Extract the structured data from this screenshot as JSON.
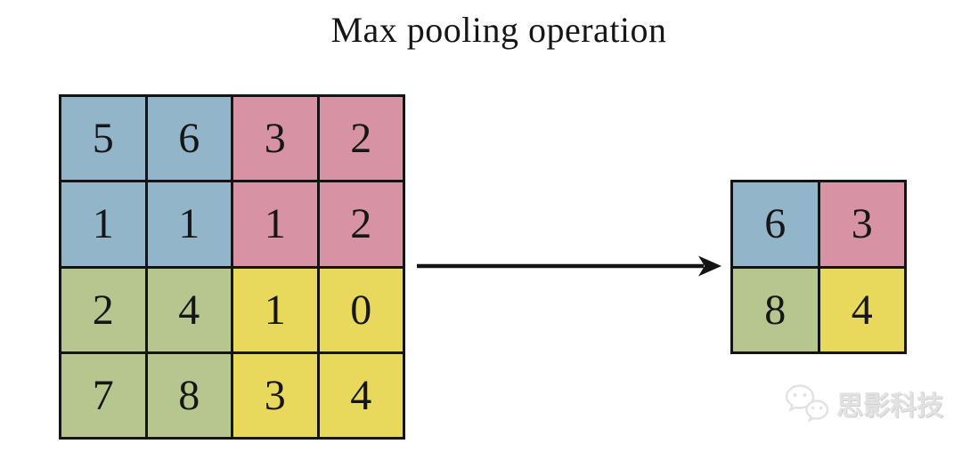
{
  "title": "Max pooling operation",
  "colors": {
    "background": "#ffffff",
    "text": "#161616",
    "border": "#141414",
    "arrow": "#141414",
    "watermark": "#e2e2e2",
    "blue": "#93b5c9",
    "pink": "#d792a4",
    "green": "#b6c68e",
    "yellow": "#e8d85c"
  },
  "input_grid": {
    "rows": 4,
    "cols": 4,
    "cells": [
      {
        "value": "5",
        "color": "blue"
      },
      {
        "value": "6",
        "color": "blue"
      },
      {
        "value": "3",
        "color": "pink"
      },
      {
        "value": "2",
        "color": "pink"
      },
      {
        "value": "1",
        "color": "blue"
      },
      {
        "value": "1",
        "color": "blue"
      },
      {
        "value": "1",
        "color": "pink"
      },
      {
        "value": "2",
        "color": "pink"
      },
      {
        "value": "2",
        "color": "green"
      },
      {
        "value": "4",
        "color": "green"
      },
      {
        "value": "1",
        "color": "yellow"
      },
      {
        "value": "0",
        "color": "yellow"
      },
      {
        "value": "7",
        "color": "green"
      },
      {
        "value": "8",
        "color": "green"
      },
      {
        "value": "3",
        "color": "yellow"
      },
      {
        "value": "4",
        "color": "yellow"
      }
    ]
  },
  "output_grid": {
    "rows": 2,
    "cols": 2,
    "cells": [
      {
        "value": "6",
        "color": "blue"
      },
      {
        "value": "3",
        "color": "pink"
      },
      {
        "value": "8",
        "color": "green"
      },
      {
        "value": "4",
        "color": "yellow"
      }
    ]
  },
  "watermark": {
    "icon": "wechat-icon",
    "text": "思影科技"
  }
}
